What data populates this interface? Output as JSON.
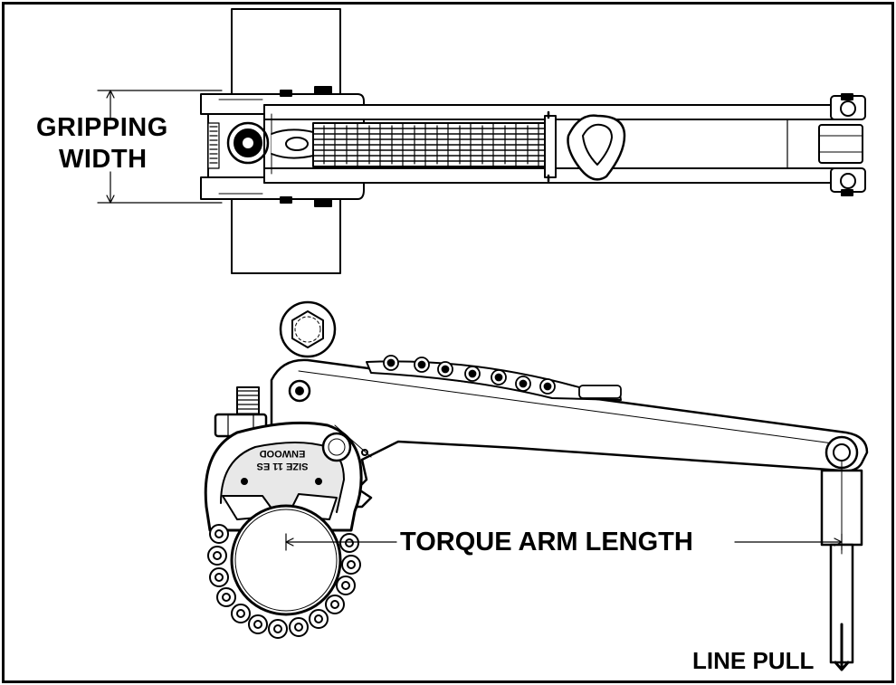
{
  "labels": {
    "gripping_width_line1": "GRIPPING",
    "gripping_width_line2": "WIDTH",
    "torque_arm_length": "TORQUE ARM LENGTH",
    "line_pull": "LINE PULL"
  },
  "colors": {
    "ink": "#000000",
    "paper": "#ffffff",
    "shade": "#e8e8e8"
  }
}
